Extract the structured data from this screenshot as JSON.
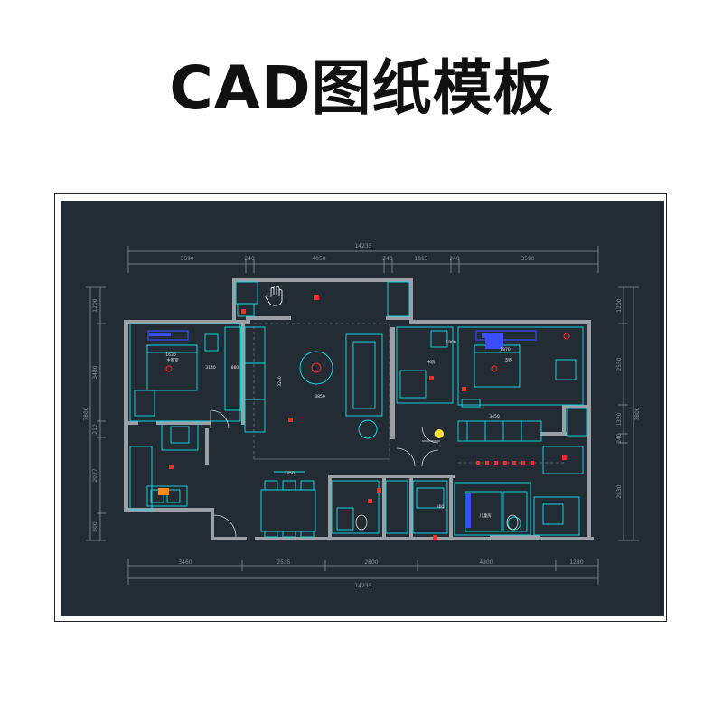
{
  "title": "CAD图纸模板",
  "colors": {
    "background": "#232b35",
    "wall": "#9aa0a6",
    "dim": "#8f959b",
    "cyan": "#16e0e8",
    "red": "#ff2a2a",
    "blue": "#3a4dff",
    "yellow": "#ffe13a",
    "white": "#e8e8e8"
  },
  "dims": {
    "top_total": "14235",
    "top": [
      "3690",
      "240",
      "4050",
      "240",
      "1815",
      "240",
      "3590"
    ],
    "bottom_total": "14235",
    "bottom": [
      "3460",
      "2535",
      "2800",
      "4800",
      "1280"
    ],
    "left": [
      "1200",
      "3480",
      "210",
      "2027",
      "800"
    ],
    "left_total": "7800",
    "right": [
      "1200",
      "2550",
      "1320",
      "240",
      "2830"
    ],
    "right_total": "7800"
  },
  "room_dims": {
    "bed1_w": "1630",
    "bed1_x": "3140",
    "bed1_h": "880",
    "living_w": "3850",
    "living_h": "3240",
    "dining_w": "3350",
    "bed2_w": "1870",
    "bed2_x": "3450",
    "bath_w": "1800",
    "bath_h": "800"
  },
  "room_labels": {
    "bed1": "主卧室",
    "bed2": "次卧",
    "study": "书房",
    "kid": "儿童房"
  }
}
